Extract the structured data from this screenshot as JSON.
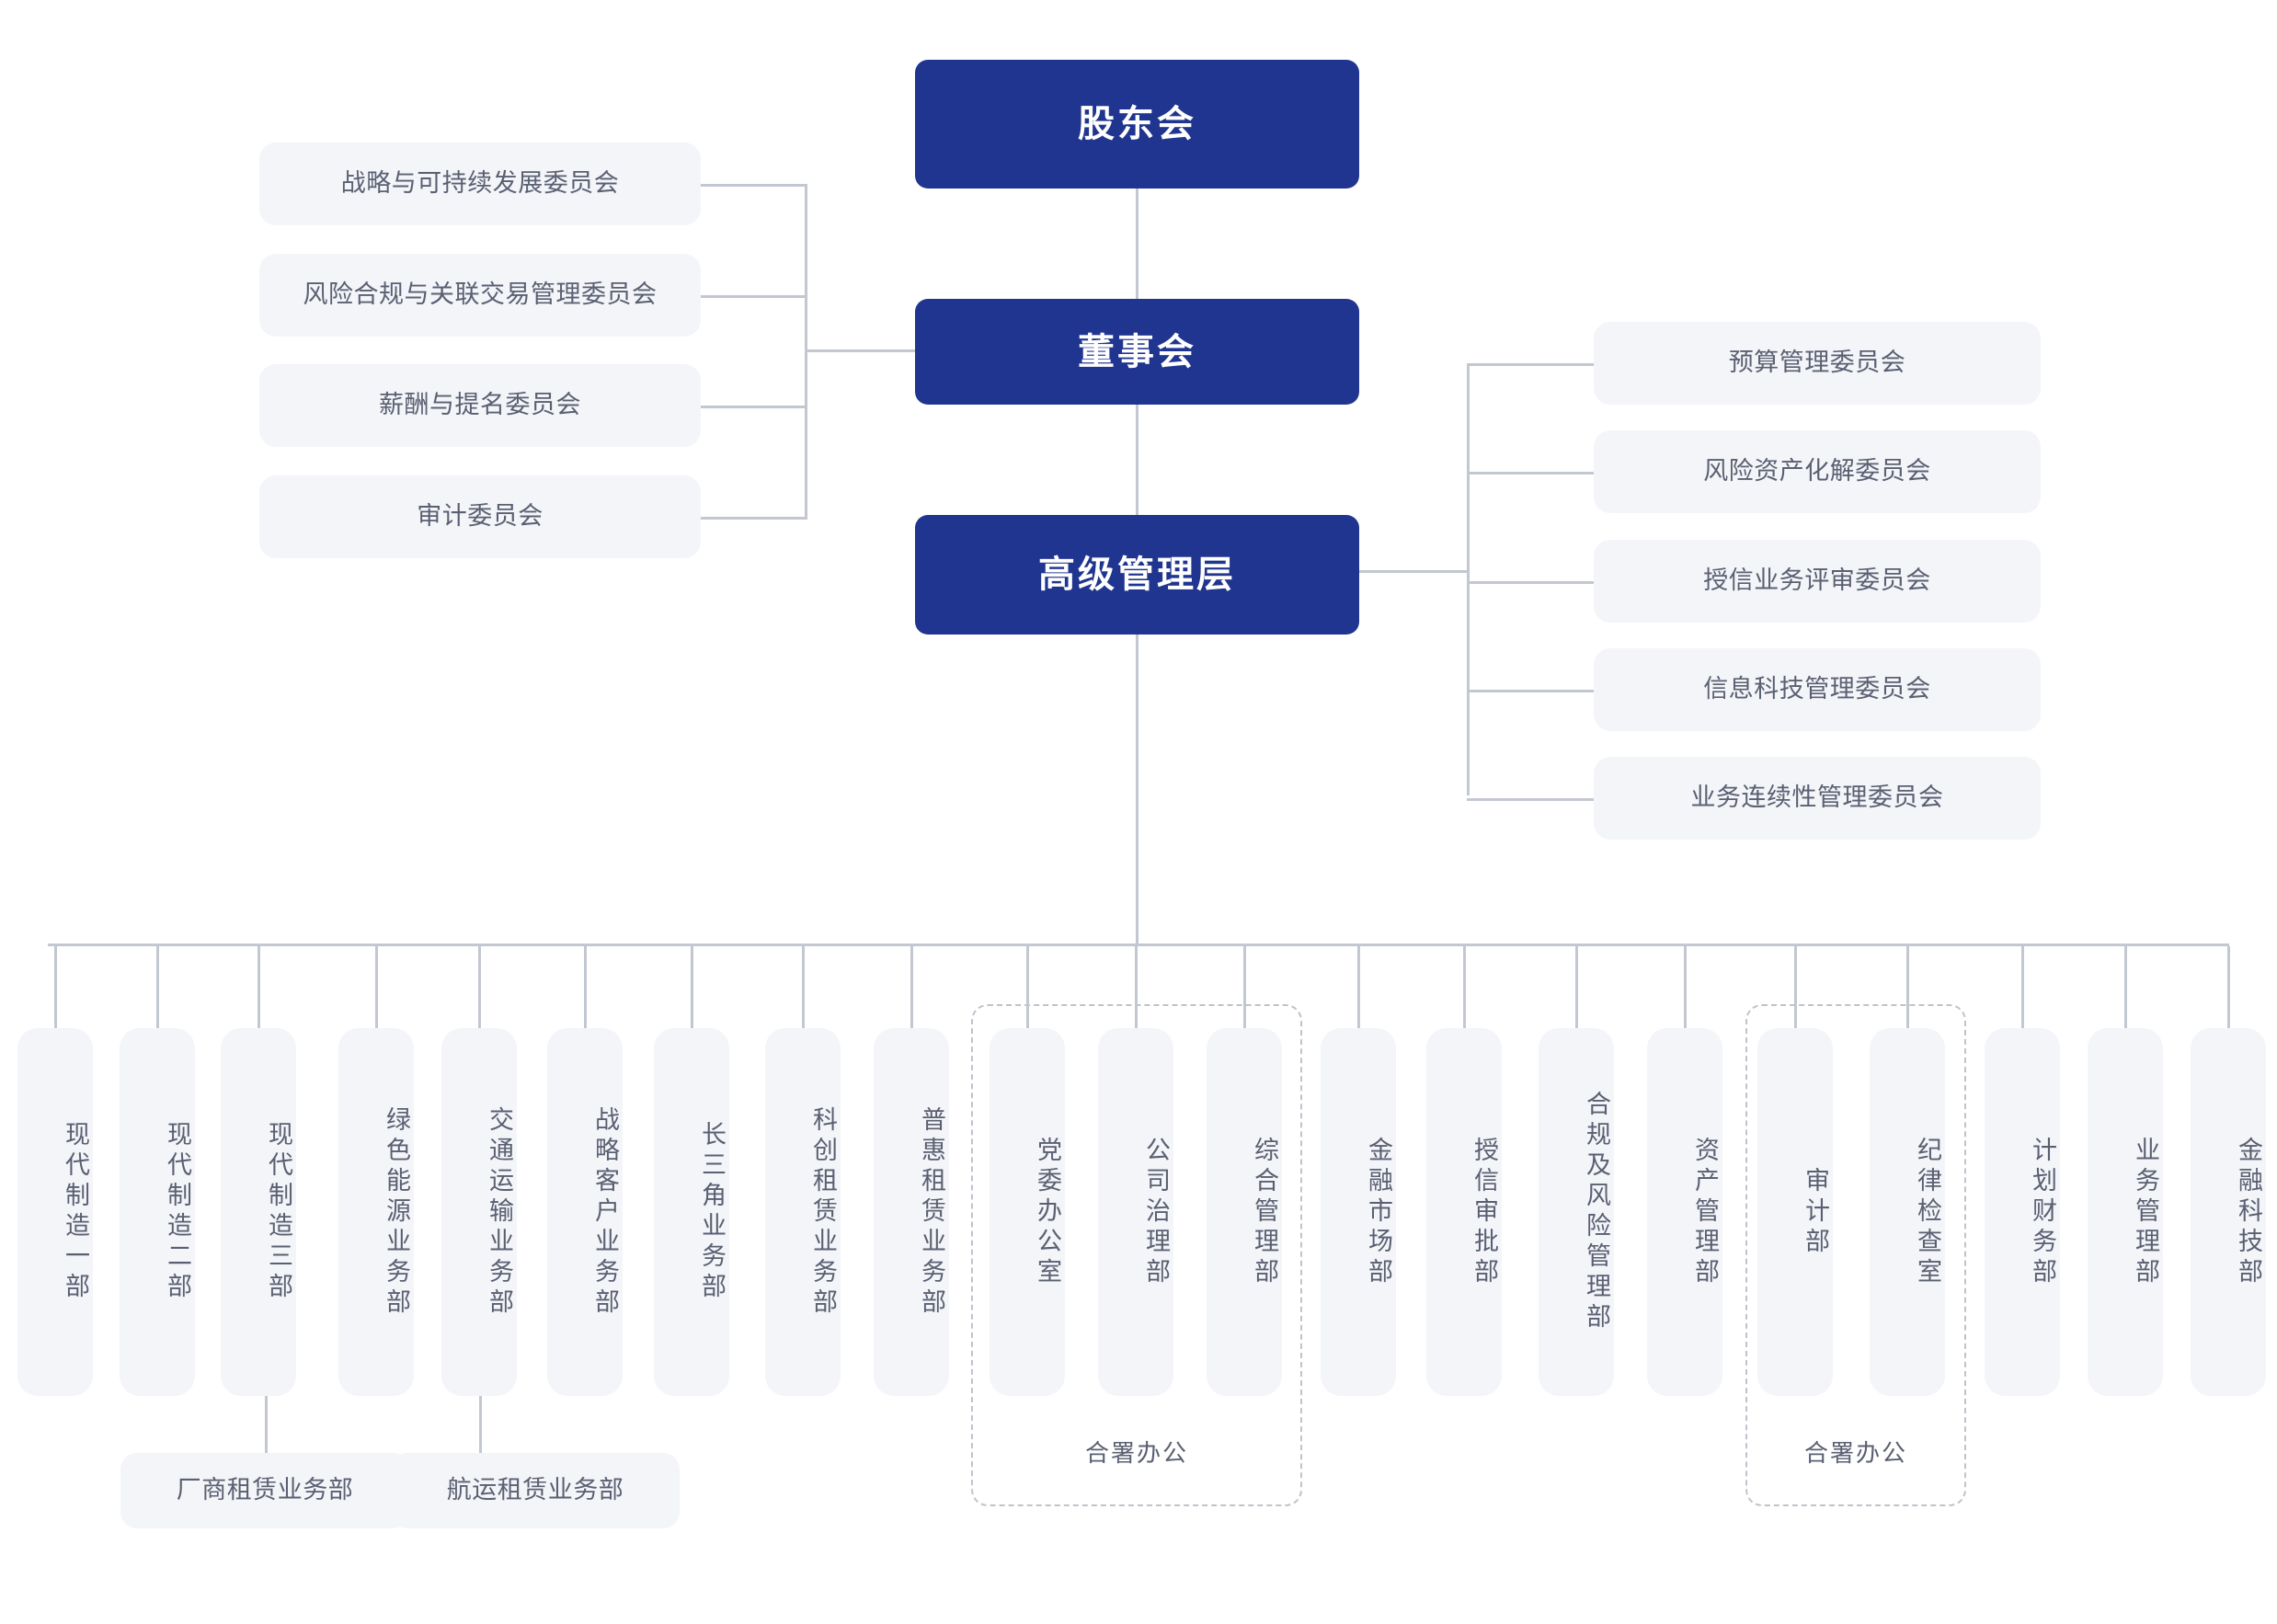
{
  "colors": {
    "primary_blue": "#20358f",
    "node_bg": "#f4f5f9",
    "node_text": "#5a6072",
    "connector": "#c3c7d0",
    "dashed_border": "#bfc3cc",
    "page_bg": "#ffffff"
  },
  "governance": {
    "shareholders_meeting": "股东会",
    "board_of_directors": "董事会",
    "senior_management": "高级管理层"
  },
  "board_committees": [
    {
      "label": "战略与可持续发展委员会"
    },
    {
      "label": "风险合规与关联交易管理委员会"
    },
    {
      "label": "薪酬与提名委员会"
    },
    {
      "label": "审计委员会"
    }
  ],
  "management_committees": [
    {
      "label": "预算管理委员会"
    },
    {
      "label": "风险资产化解委员会"
    },
    {
      "label": "授信业务评审委员会"
    },
    {
      "label": "信息科技管理委员会"
    },
    {
      "label": "业务连续性管理委员会"
    }
  ],
  "departments": [
    {
      "label": "现代制造一部"
    },
    {
      "label": "现代制造二部"
    },
    {
      "label": "现代制造三部"
    },
    {
      "label": "绿色能源业务部"
    },
    {
      "label": "交通运输业务部"
    },
    {
      "label": "战略客户业务部"
    },
    {
      "label": "长三角业务部"
    },
    {
      "label": "科创租赁业务部"
    },
    {
      "label": "普惠租赁业务部"
    },
    {
      "label": "党委办公室"
    },
    {
      "label": "公司治理部"
    },
    {
      "label": "综合管理部"
    },
    {
      "label": "金融市场部"
    },
    {
      "label": "授信审批部"
    },
    {
      "label": "合规及风险管理部"
    },
    {
      "label": "资产管理部"
    },
    {
      "label": "审计部"
    },
    {
      "label": "纪律检查室"
    },
    {
      "label": "计划财务部"
    },
    {
      "label": "业务管理部"
    },
    {
      "label": "金融科技部"
    }
  ],
  "sub_departments": [
    {
      "label": "厂商租赁业务部"
    },
    {
      "label": "航运租赁业务部"
    }
  ],
  "joint_office_groups": [
    {
      "label": "合署办公"
    },
    {
      "label": "合署办公"
    }
  ]
}
